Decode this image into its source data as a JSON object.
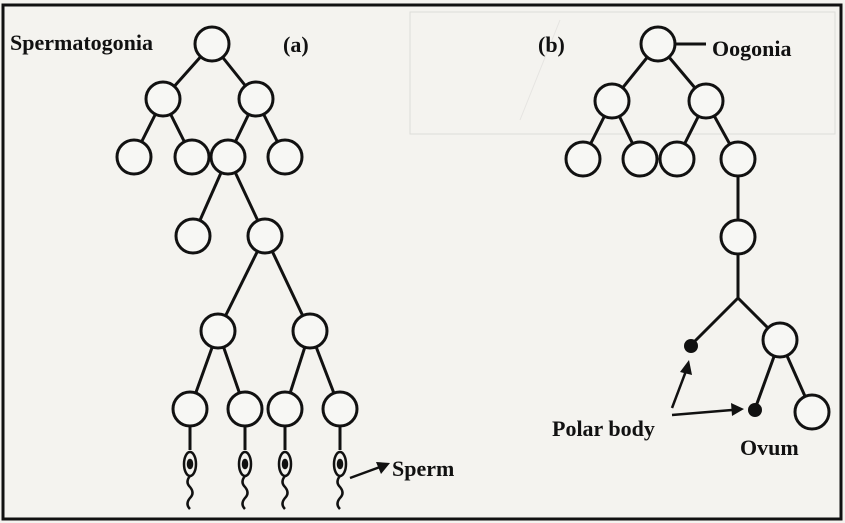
{
  "labels": {
    "spermatogonia": "Spermatogonia",
    "panel_a": "(a)",
    "panel_b": "(b)",
    "oogonia": "Oogonia",
    "sperm": "Sperm",
    "polar_body": "Polar body",
    "ovum": "Ovum"
  },
  "colors": {
    "background": "#f4f3ef",
    "ink": "#111111"
  }
}
